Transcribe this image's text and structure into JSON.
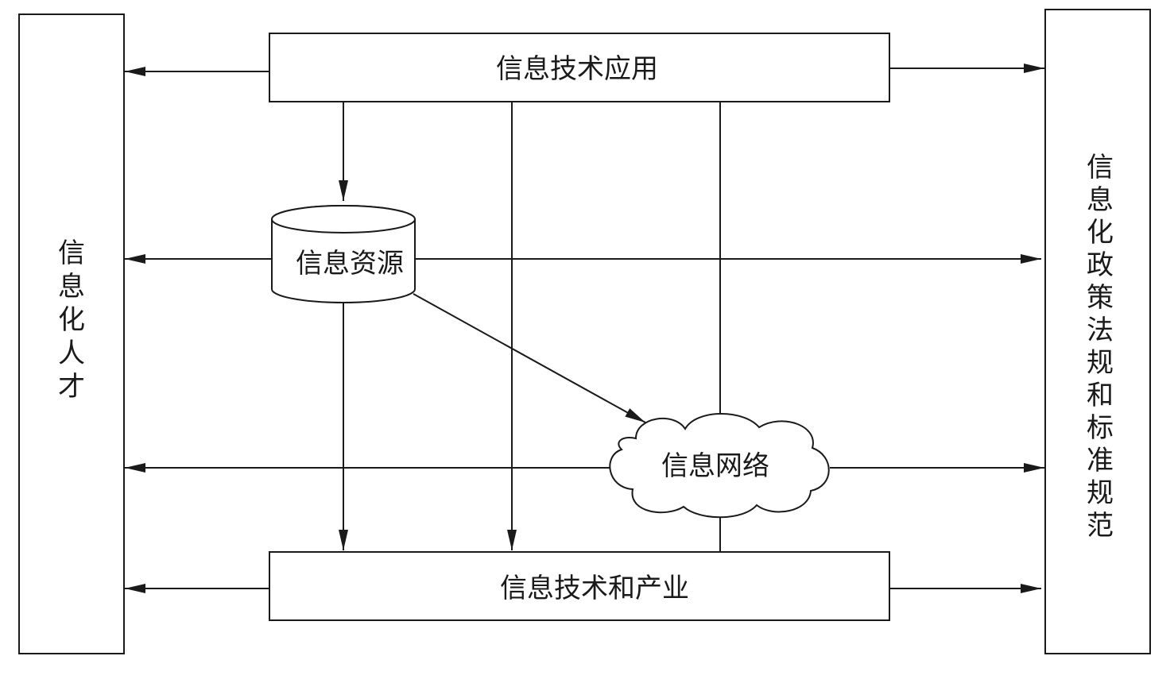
{
  "diagram": {
    "type": "informatization-system-elements",
    "nodes": {
      "left_pillar": {
        "label": "信息化人才"
      },
      "right_pillar": {
        "label": "信息化政策法规和标准规范"
      },
      "top_box": {
        "label": "信息技术应用"
      },
      "database": {
        "label": "信息资源"
      },
      "cloud": {
        "label": "信息网络"
      },
      "bottom_box": {
        "label": "信息技术和产业"
      }
    },
    "edges": [
      {
        "from": "top_box",
        "to": "left_pillar"
      },
      {
        "from": "top_box",
        "to": "right_pillar"
      },
      {
        "from": "top_box",
        "to": "database"
      },
      {
        "from": "top_box",
        "to": "bottom_box"
      },
      {
        "from": "top_box",
        "to": "cloud",
        "arrow": false
      },
      {
        "from": "database",
        "to": "left_pillar"
      },
      {
        "from": "database",
        "to": "right_pillar"
      },
      {
        "from": "database",
        "to": "cloud"
      },
      {
        "from": "database",
        "to": "bottom_box"
      },
      {
        "from": "cloud",
        "to": "left_pillar"
      },
      {
        "from": "cloud",
        "to": "right_pillar"
      },
      {
        "from": "cloud",
        "to": "bottom_box",
        "arrow": false
      },
      {
        "from": "bottom_box",
        "to": "left_pillar"
      },
      {
        "from": "bottom_box",
        "to": "right_pillar"
      }
    ]
  }
}
